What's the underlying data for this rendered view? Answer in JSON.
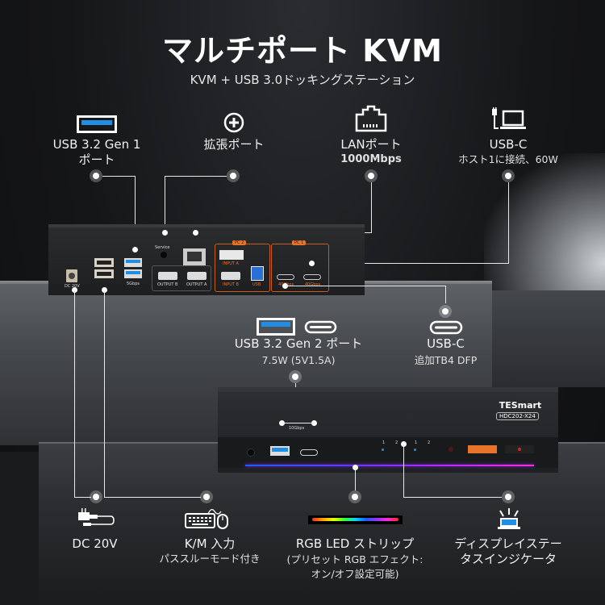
{
  "header": {
    "title": "マルチポート KVM",
    "subtitle": "KVM + USB 3.0ドッキングステーション"
  },
  "features_top": [
    {
      "label": "USB 3.2 Gen 1",
      "label2": "ポート",
      "icon": "usb-a-port-icon"
    },
    {
      "label": "拡張ポート",
      "icon": "plus-circle-icon"
    },
    {
      "label": "LANポート",
      "sublabel": "1000Mbps",
      "icon": "ethernet-port-icon"
    },
    {
      "label": "USB-C",
      "sublabel": "ホスト1に接続、60W",
      "icon": "laptop-charger-icon"
    }
  ],
  "features_middle": [
    {
      "label": "USB 3.2 Gen 2 ポート",
      "sublabel": "7.5W (5V1.5A)",
      "icon": "usb-a-and-usb-c-icon"
    },
    {
      "label": "USB-C",
      "sublabel": "追加TB4 DFP",
      "icon": "usb-c-port-icon"
    }
  ],
  "features_bottom": [
    {
      "label": "DC 20V",
      "icon": "power-adapter-icon"
    },
    {
      "label": "K/M 入力",
      "sublabel": "パススルーモード付き",
      "icon": "keyboard-mouse-icon"
    },
    {
      "label": "RGB LED ストリップ",
      "sublabel": "(プリセット RGB エフェクト:",
      "sublabel2": "オン/オフ設定可能)",
      "icon": "rgb-strip-icon"
    },
    {
      "label": "ディスプレイステー",
      "label2": "タスインジケータ",
      "icon": "status-light-icon"
    }
  ],
  "back_panel": {
    "dc_label": "DC 20V",
    "usb_speed": "5Gbps",
    "service_label": "Service",
    "output_b": "OUTPUT B",
    "output_a": "OUTPUT A",
    "pc2_badge": "PC 2",
    "pc1_badge": "PC 1",
    "input_a": "INPUT A",
    "input_b": "INPUT B",
    "usb_label": "USB",
    "tb_speed_1": "40Gbps",
    "tb_speed_2": "40Gbps"
  },
  "front_panel": {
    "brand": "TESmart",
    "model": "HDC202-X24",
    "usb_speed": "10Gbps",
    "indicator_numbers": [
      "1",
      "2",
      "1",
      "2"
    ]
  },
  "colors": {
    "accent_orange": "#e8732a",
    "usb_blue": "#1f8fe6",
    "led_blue": "#1e5cff",
    "led_purple": "#a12cff",
    "led_magenta": "#ff2bd6"
  }
}
